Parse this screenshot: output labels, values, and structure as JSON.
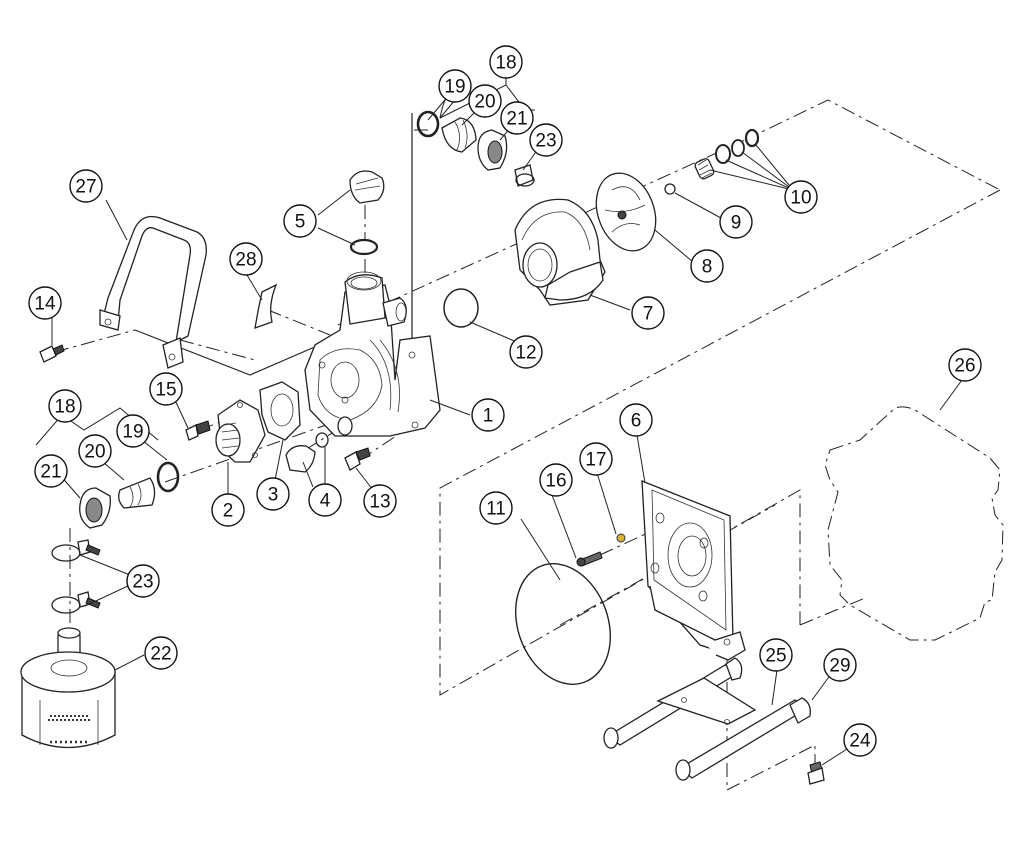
{
  "diagram": {
    "type": "exploded-parts-view",
    "subject": "engine-driven centrifugal water pump",
    "parts": [
      {
        "id": "1",
        "label": "1",
        "name": "pump-casing"
      },
      {
        "id": "2",
        "label": "2",
        "name": "outlet-flange"
      },
      {
        "id": "3",
        "label": "3",
        "name": "flange-gasket"
      },
      {
        "id": "4",
        "label": "4",
        "name": "drain-plug-with-o-ring"
      },
      {
        "id": "5",
        "label": "5",
        "name": "priming-plug-with-o-ring"
      },
      {
        "id": "6",
        "label": "6",
        "name": "engine-mount-bracket"
      },
      {
        "id": "7",
        "label": "7",
        "name": "volute"
      },
      {
        "id": "8",
        "label": "8",
        "name": "impeller"
      },
      {
        "id": "9",
        "label": "9",
        "name": "shim-ring"
      },
      {
        "id": "10",
        "label": "10",
        "name": "mechanical-seal-set"
      },
      {
        "id": "11",
        "label": "11",
        "name": "casing-o-ring"
      },
      {
        "id": "12",
        "label": "12",
        "name": "volute-o-ring"
      },
      {
        "id": "13",
        "label": "13",
        "name": "flange-bolt"
      },
      {
        "id": "14",
        "label": "14",
        "name": "handle-bolt"
      },
      {
        "id": "15",
        "label": "15",
        "name": "flange-bolt"
      },
      {
        "id": "16",
        "label": "16",
        "name": "cap-screw"
      },
      {
        "id": "17",
        "label": "17",
        "name": "washer"
      },
      {
        "id": "18",
        "label": "18",
        "name": "hose-coupling-set"
      },
      {
        "id": "19",
        "label": "19",
        "name": "coupling-o-ring"
      },
      {
        "id": "20",
        "label": "20",
        "name": "hose-barb"
      },
      {
        "id": "21",
        "label": "21",
        "name": "coupling-nut"
      },
      {
        "id": "22",
        "label": "22",
        "name": "strainer"
      },
      {
        "id": "23",
        "label": "23",
        "name": "hose-clamp"
      },
      {
        "id": "24",
        "label": "24",
        "name": "frame-bolt"
      },
      {
        "id": "25",
        "label": "25",
        "name": "base-frame"
      },
      {
        "id": "26",
        "label": "26",
        "name": "engine-outline"
      },
      {
        "id": "27",
        "label": "27",
        "name": "carry-handle"
      },
      {
        "id": "28",
        "label": "28",
        "name": "label-decal"
      },
      {
        "id": "29",
        "label": "29",
        "name": "frame-foot-cap"
      }
    ]
  }
}
